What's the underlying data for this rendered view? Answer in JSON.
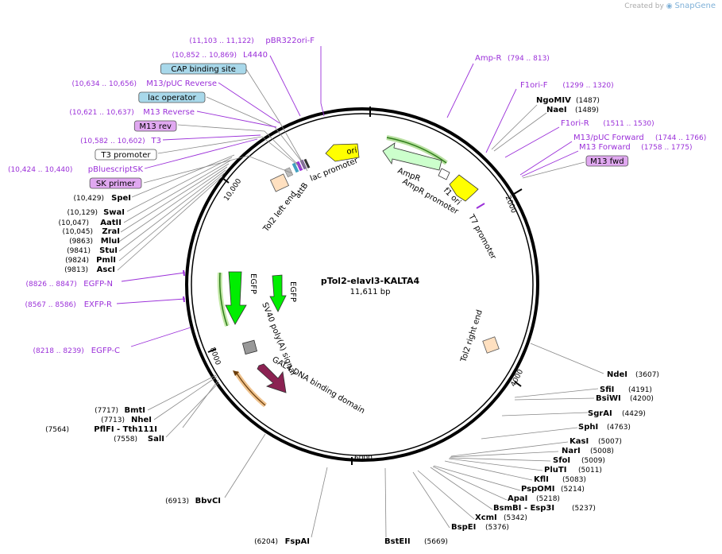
{
  "credit": {
    "prefix": "Created by",
    "brand": "SnapGene"
  },
  "plasmid": {
    "name": "pTol2-elavl3-KALTA4",
    "length": "11,611 bp"
  },
  "ticks": [
    "2000",
    "4000",
    "6000",
    "8000",
    "10,000"
  ],
  "features": {
    "ori": "ori",
    "lac_promoter": "lac promoter",
    "attB": "attB",
    "tol2_left": "Tol2 left end",
    "ampr": "AmpR",
    "ampr_promoter": "AmpR promoter",
    "f1_ori": "f1 ori",
    "t7_promoter": "T7 promoter",
    "tol2_right": "Tol2 right end",
    "egfp1": "EGFP",
    "egfp2": "EGFP",
    "sv40": "SV40 poly(A) signal",
    "gal4": "GAL4 DNA binding domain"
  },
  "primers_left": [
    {
      "pos": "(11,103 .. 11,122)",
      "name": "pBR322ori-F"
    },
    {
      "pos": "(10,852 .. 10,869)",
      "name": "L4440"
    },
    {
      "boxed": "CAP binding site",
      "kind": "protein"
    },
    {
      "pos": "(10,634 .. 10,656)",
      "name": "M13/pUC Reverse"
    },
    {
      "boxed": "lac operator",
      "kind": "protein"
    },
    {
      "pos": "(10,621 .. 10,637)",
      "name": "M13 Reverse"
    },
    {
      "boxed": "M13 rev",
      "kind": "primer"
    },
    {
      "pos": "(10,582 .. 10,602)",
      "name": "T3"
    },
    {
      "boxed": "T3 promoter",
      "kind": "promoter"
    },
    {
      "pos": "(10,424 .. 10,440)",
      "name": "pBluescriptSK"
    },
    {
      "boxed": "SK primer",
      "kind": "primer"
    }
  ],
  "primers_right": [
    {
      "name": "Amp-R",
      "pos": "(794 .. 813)"
    },
    {
      "name": "F1ori-F",
      "pos": "(1299 .. 1320)"
    },
    {
      "name": "F1ori-R",
      "pos": "(1511 .. 1530)"
    },
    {
      "name": "M13/pUC Forward",
      "pos": "(1744 .. 1766)"
    },
    {
      "name": "M13 Forward",
      "pos": "(1758 .. 1775)"
    },
    {
      "boxed": "M13 fwd"
    }
  ],
  "primers_mid_left": [
    {
      "pos": "(8826 .. 8847)",
      "name": "EGFP-N"
    },
    {
      "pos": "(8567 .. 8586)",
      "name": "EXFP-R"
    },
    {
      "pos": "(8218 .. 8239)",
      "name": "EGFP-C"
    }
  ],
  "enzymes_right_top": [
    {
      "name": "NgoMIV",
      "pos": "(1487)"
    },
    {
      "name": "NaeI",
      "pos": "(1489)"
    }
  ],
  "enzymes_left": [
    {
      "pos": "(10,429)",
      "name": "SpeI"
    },
    {
      "pos": "(10,129)",
      "name": "SwaI"
    },
    {
      "pos": "(10,047)",
      "name": "AatII"
    },
    {
      "pos": "(10,045)",
      "name": "ZraI"
    },
    {
      "pos": "(9863)",
      "name": "MluI"
    },
    {
      "pos": "(9841)",
      "name": "StuI"
    },
    {
      "pos": "(9824)",
      "name": "PmlI"
    },
    {
      "pos": "(9813)",
      "name": "AscI"
    }
  ],
  "enzymes_right": [
    {
      "name": "NdeI",
      "pos": "(3607)"
    },
    {
      "name": "SfiI",
      "pos": "(4191)"
    },
    {
      "name": "BsiWI",
      "pos": "(4200)"
    },
    {
      "name": "SgrAI",
      "pos": "(4429)"
    },
    {
      "name": "SphI",
      "pos": "(4763)"
    },
    {
      "name": "KasI",
      "pos": "(5007)"
    },
    {
      "name": "NarI",
      "pos": "(5008)"
    },
    {
      "name": "SfoI",
      "pos": "(5009)"
    },
    {
      "name": "PluTI",
      "pos": "(5011)"
    },
    {
      "name": "KflI",
      "pos": "(5083)"
    },
    {
      "name": "PspOMI",
      "pos": "(5214)"
    },
    {
      "name": "ApaI",
      "pos": "(5218)"
    },
    {
      "name": "BsmBI - Esp3I",
      "pos": "(5237)"
    },
    {
      "name": "XcmI",
      "pos": "(5342)"
    },
    {
      "name": "BspEI",
      "pos": "(5376)"
    }
  ],
  "enzymes_bottom": [
    {
      "name": "BstEII",
      "pos": "(5669)"
    },
    {
      "pos": "(6204)",
      "name": "FspAI"
    },
    {
      "pos": "(6913)",
      "name": "BbvCI"
    }
  ],
  "enzymes_left_bottom": [
    {
      "pos": "(7717)",
      "name": "BmtI"
    },
    {
      "pos": "(7713)",
      "name": "NheI"
    },
    {
      "pos": "(7564)",
      "name": "PflFI - Tth111I"
    },
    {
      "pos": "(7558)",
      "name": "SalI"
    }
  ],
  "colors": {
    "annotation": "#9b30d9",
    "ori": "#ffff00",
    "ampr": "#ccffcc",
    "egfp": "#00ee00",
    "gal4": "#8b2252",
    "box_blue": "#a8d8ea",
    "box_purple": "#e0a8f0"
  }
}
